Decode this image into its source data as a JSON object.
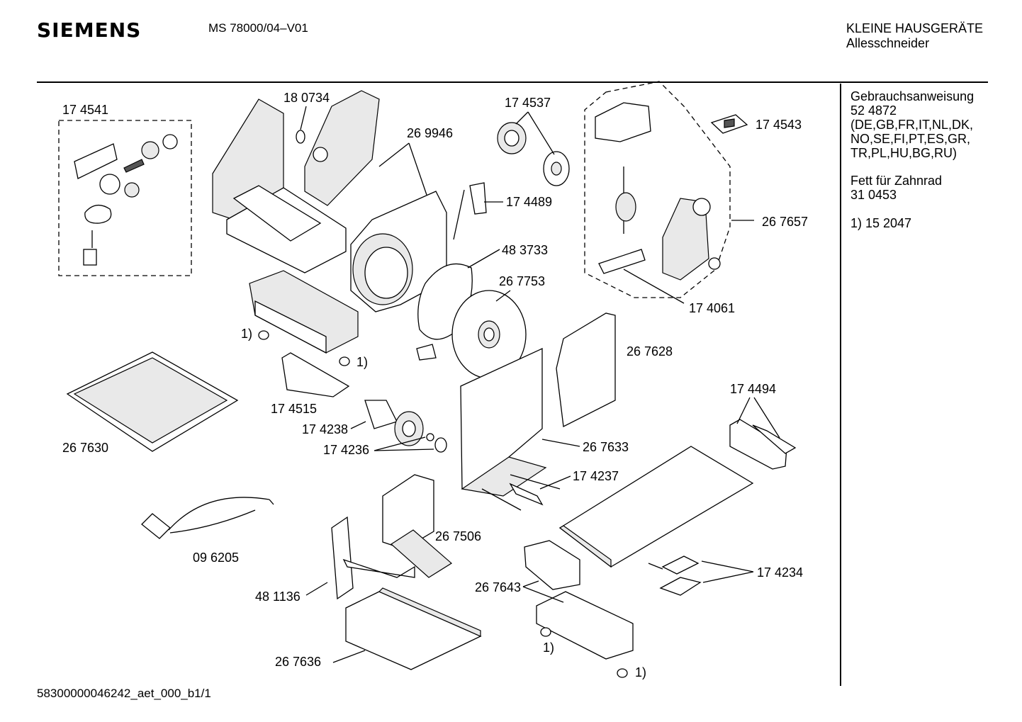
{
  "header": {
    "brand": "SIEMENS",
    "model": "MS 78000/04–V01",
    "category": "KLEINE HAUSGERÄTE",
    "subcategory": "Allesschneider"
  },
  "sidebar": {
    "manual_label": "Gebrauchsanweisung",
    "manual_number": "52 4872",
    "languages_line1": "(DE,GB,FR,IT,NL,DK,",
    "languages_line2": "NO,SE,FI,PT,ES,GR,",
    "languages_line3": "TR,PL,HU,BG,RU)",
    "grease_label": "Fett für Zahnrad",
    "grease_number": "31 0453",
    "footnote": "1)  15 2047"
  },
  "parts": {
    "p174541": "17 4541",
    "p180734": "18 0734",
    "p269946": "26 9946",
    "p174537": "17 4537",
    "p174543": "17 4543",
    "p174489": "17 4489",
    "p483733": "48 3733",
    "p267657": "26 7657",
    "p267753": "26 7753",
    "p174061": "17 4061",
    "fn1": "1)",
    "fn2": "1)",
    "p267628": "26 7628",
    "p174515": "17 4515",
    "p174494": "17 4494",
    "p174238": "17 4238",
    "p267630": "26 7630",
    "p174236": "17 4236",
    "p267633": "26 7633",
    "p174237": "17 4237",
    "p267506": "26 7506",
    "p096205": "09 6205",
    "p174234": "17 4234",
    "p267643": "26 7643",
    "p481136": "48 1136",
    "fn3": "1)",
    "p267636": "26 7636",
    "fn4": "1)"
  },
  "footer": {
    "doc_id": "58300000046242_aet_000_b1/1"
  }
}
